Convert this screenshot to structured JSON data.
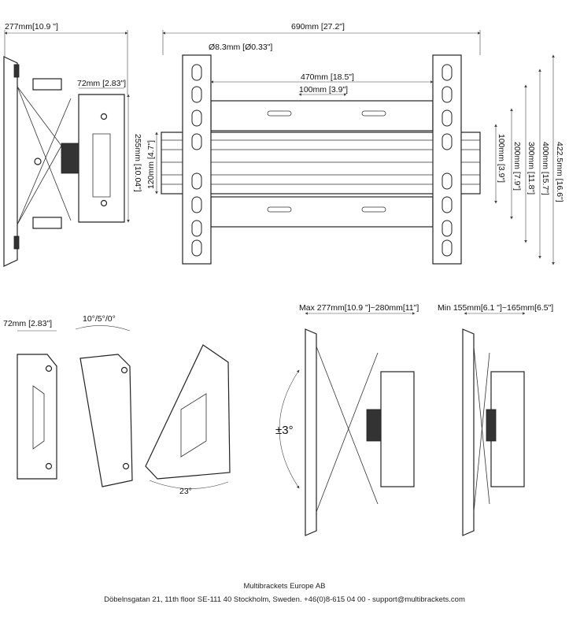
{
  "top_views": {
    "side_depth": "277mm[10.9 \"]",
    "side_arm_depth": "72mm [2.83\"]",
    "side_height": "255mm [10.04\"]",
    "front_width": "690mm [27.2\"]",
    "hole_diameter": "Ø8.3mm [Ø0.33\"]",
    "rail_spacing": "470mm [18.5\"]",
    "hole_spacing": "100mm [3.9\"]",
    "rail_height": "120mm [4.7\"]",
    "vesa_100": "100mm [3.9\"]",
    "vesa_200": "200mm [7.9\"]",
    "vesa_300": "300mm [11.8\"]",
    "vesa_400": "400mm [15.7\"]",
    "total_height": "422.5mm [16.6\"]"
  },
  "bottom_views": {
    "adapter_depth": "72mm [2.83\"]",
    "tilt_angles": "10°/5°/0°",
    "tilt_max": "23°",
    "rotation": "±3°",
    "max_depth": "Max 277mm[10.9 \"]~280mm[11\"]",
    "min_depth": "Min 155mm[6.1 \"]~165mm[6.5\"]"
  },
  "footer": {
    "company": "Multibrackets Europe AB",
    "address": "Döbelnsgatan 21, 11th floor SE-111 40 Stockholm, Sweden. +46(0)8-615 04 00 - support@multibrackets.com"
  }
}
